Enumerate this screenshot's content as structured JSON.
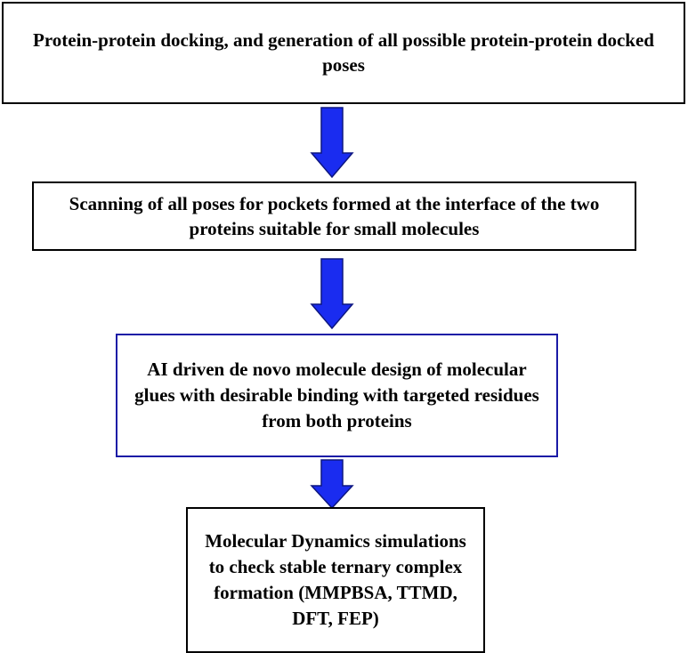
{
  "steps": [
    {
      "text": "Protein-protein docking, and generation of all possible protein-protein docked poses"
    },
    {
      "text": "Scanning of all poses for pockets formed at the interface of the two proteins suitable for small molecules"
    },
    {
      "text": "AI driven de novo molecule design of molecular glues with desirable binding with targeted residues from both proteins"
    },
    {
      "text": "Molecular Dynamics simulations to check stable ternary complex formation (MMPBSA, TTMD, DFT, FEP)"
    }
  ],
  "colors": {
    "arrow_fill": "#1a2cf0",
    "arrow_stroke": "#0d1680",
    "box3_border": "#1a1aa6",
    "default_border": "#000000"
  }
}
